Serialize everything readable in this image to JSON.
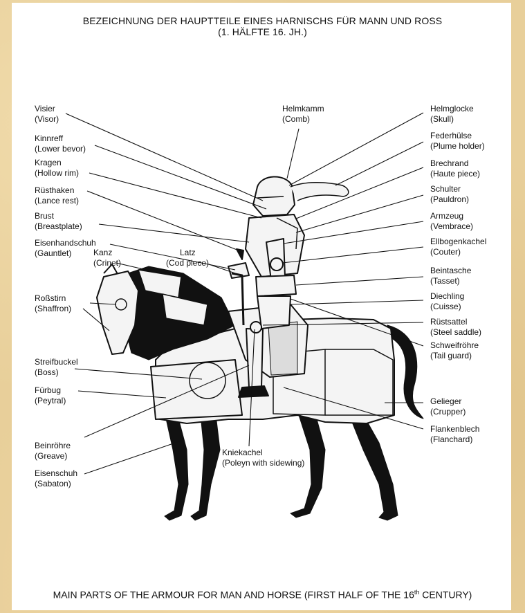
{
  "title": {
    "line1": "BEZEICHNUNG DER HAUPTTEILE EINES HARNISCHS FÜR MANN UND ROSS",
    "line2": "(1. HÄLFTE 16. JH.)"
  },
  "caption": {
    "text": "MAIN PARTS OF THE ARMOUR FOR MAN AND HORSE (FIRST HALF OF THE 16",
    "superscript": "th",
    "suffix": " CENTURY)"
  },
  "labels": {
    "visier": {
      "de": "Visier",
      "en": "(Visor)"
    },
    "kinnreff": {
      "de": "Kinnreff",
      "en": "(Lower bevor)"
    },
    "kragen": {
      "de": "Kragen",
      "en": "(Hollow rim)"
    },
    "rusthaken": {
      "de": "Rüsthaken",
      "en": "(Lance rest)"
    },
    "brust": {
      "de": "Brust",
      "en": "(Breastplate)"
    },
    "eisenhandschuh": {
      "de": "Eisenhandschuh",
      "en": "(Gauntlet)"
    },
    "kanz": {
      "de": "Kanz",
      "en": "(Crinet)"
    },
    "latz": {
      "de": "Latz",
      "en": "(Cod piece)"
    },
    "rossstirn": {
      "de": "Roßstirn",
      "en": "(Shaffron)"
    },
    "streifbuckel": {
      "de": "Streifbuckel",
      "en": "(Boss)"
    },
    "furbug": {
      "de": "Fürbug",
      "en": "(Peytral)"
    },
    "beinrohre": {
      "de": "Beinröhre",
      "en": "(Greave)"
    },
    "eisenschuh": {
      "de": "Eisenschuh",
      "en": "(Sabaton)"
    },
    "kniekachel": {
      "de": "Kniekachel",
      "en": "(Poleyn with sidewing)"
    },
    "helmkamm": {
      "de": "Helmkamm",
      "en": "(Comb)"
    },
    "helmglocke": {
      "de": "Helmglocke",
      "en": "(Skull)"
    },
    "federhulse": {
      "de": "Federhülse",
      "en": "(Plume holder)"
    },
    "brechrand": {
      "de": "Brechrand",
      "en": "(Haute piece)"
    },
    "schulter": {
      "de": "Schulter",
      "en": "(Pauldron)"
    },
    "armzeug": {
      "de": "Armzeug",
      "en": "(Vembrace)"
    },
    "ellbogenkachel": {
      "de": "Ellbogenkachel",
      "en": "(Couter)"
    },
    "beintasche": {
      "de": "Beintasche",
      "en": "(Tasset)"
    },
    "diechling": {
      "de": "Diechling",
      "en": "(Cuisse)"
    },
    "rustsattel": {
      "de": "Rüstsattel",
      "en": "(Steel saddle)"
    },
    "schweifrohre": {
      "de": "Schweifröhre",
      "en": "(Tail guard)"
    },
    "gelieger": {
      "de": "Gelieger",
      "en": "(Crupper)"
    },
    "flankenblech": {
      "de": "Flankenblech",
      "en": "(Flanchard)"
    }
  },
  "colors": {
    "paper_border": "#e8cf9a",
    "ink": "#111111",
    "armour_fill": "#f4f4f4"
  }
}
